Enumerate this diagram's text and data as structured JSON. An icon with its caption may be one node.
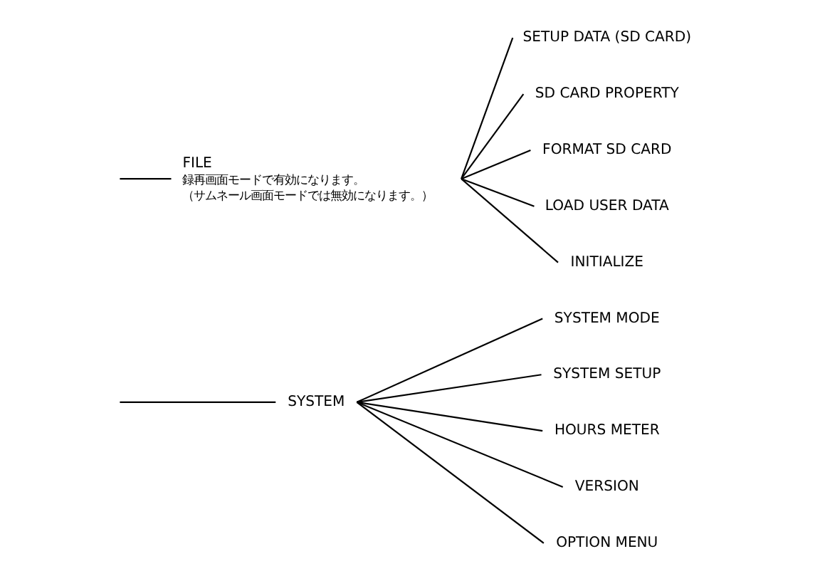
{
  "diagram": {
    "nodes": [
      {
        "text": [
          "FILE"
        ],
        "beside": [
          "録再画面モードで有効になります。",
          "（サムネール画面モードでは無効になります。）"
        ]
      },
      {
        "text": [
          "SETUP DATA (SD CARD)"
        ]
      },
      {
        "text": [
          "SD CARD PROPERTY"
        ]
      },
      {
        "text": [
          "FORMAT SD CARD"
        ]
      },
      {
        "text": [
          "LOAD USER DATA"
        ]
      },
      {
        "text": [
          "INITIALIZE"
        ]
      },
      {
        "text": [
          "SYSTEM"
        ]
      },
      {
        "text": [
          "SYSTEM MODE"
        ]
      },
      {
        "text": [
          "SYSTEM SETUP"
        ]
      },
      {
        "text": [
          "HOURS METER"
        ]
      },
      {
        "text": [
          "VERSION"
        ]
      },
      {
        "text": [
          "OPTION MENU"
        ]
      }
    ],
    "edges": [
      {
        "from": null,
        "to": 0,
        "arrow": "none"
      },
      {
        "from": null,
        "to": 6,
        "arrow": "none"
      },
      {
        "from": 0,
        "to": 1,
        "arrow": "none"
      },
      {
        "from": 0,
        "to": 2,
        "arrow": "none"
      },
      {
        "from": 0,
        "to": 3,
        "arrow": "none"
      },
      {
        "from": 0,
        "to": 4,
        "arrow": "none"
      },
      {
        "from": 0,
        "to": 5,
        "arrow": "none"
      },
      {
        "from": 6,
        "to": 7,
        "arrow": "none"
      },
      {
        "from": 6,
        "to": 8,
        "arrow": "none"
      },
      {
        "from": 6,
        "to": 9,
        "arrow": "none"
      },
      {
        "from": 6,
        "to": 10,
        "arrow": "none"
      },
      {
        "from": 6,
        "to": 11,
        "arrow": "none"
      }
    ]
  }
}
